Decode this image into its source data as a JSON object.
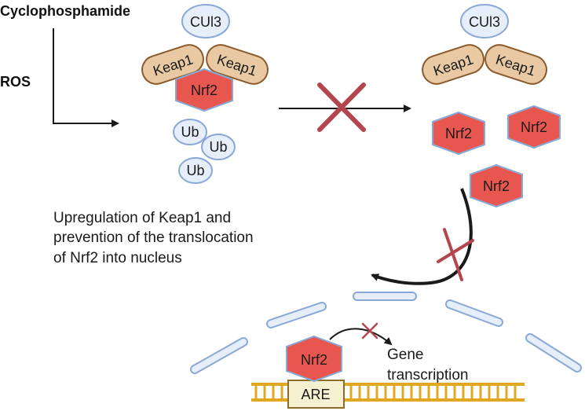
{
  "inputs": {
    "cyclophosphamide": "Cyclophosphamide",
    "ros": "ROS"
  },
  "complex": {
    "cul3": "CUl3",
    "keap1": "Keap1",
    "nrf2": "Nrf2",
    "ub": "Ub"
  },
  "free_nrf2": [
    "Nrf2",
    "Nrf2",
    "Nrf2"
  ],
  "caption": {
    "lines": [
      "Upregulation of Keap1 and",
      "prevention of the translocation",
      "of Nrf2 into nucleus"
    ]
  },
  "nucleus": {
    "nrf2": "Nrf2",
    "are": "ARE",
    "gene_transcription_lines": [
      "Gene",
      "transcription"
    ]
  },
  "colors": {
    "keap1_fill": "#e8c9a4",
    "keap1_stroke": "#8a5a2b",
    "cul3_fill": "#e6eefa",
    "cul3_stroke": "#8aa8d6",
    "nrf2_fill": "#e8574f",
    "nrf2_stroke": "#8aa8d6",
    "block_x": "#b5454d",
    "dna": "#e0a820"
  }
}
